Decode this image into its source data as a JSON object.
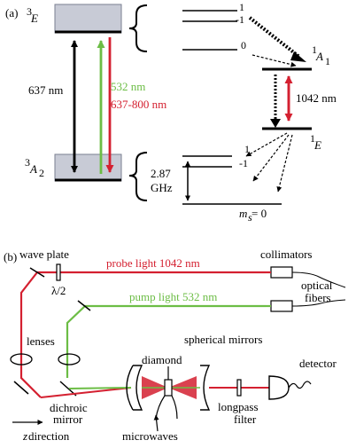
{
  "panel_a": {
    "label": "(a)",
    "state_3E": "E",
    "state_3E_sup": "3",
    "state_3A2": "A",
    "state_3A2_sup": "3",
    "state_3A2_sub": "2",
    "state_1A1": "A",
    "state_1A1_sup": "1",
    "state_1A1_sub": "1",
    "state_1E": "E",
    "state_1E_sup": "1",
    "zpl_label": "637 nm",
    "pump_label": "532 nm",
    "fluor_label": "637-800 nm",
    "ir_label": "1042 nm",
    "sublevel_upper_1": "1",
    "sublevel_upper_m1": "-1",
    "sublevel_upper_0": "0",
    "sublevel_lower_1": "1",
    "sublevel_lower_m1": "-1",
    "splitting_value": "2.87",
    "splitting_unit": "GHz",
    "ms_m": "m",
    "ms_sub": "s",
    "ms_eq": " = 0",
    "colors": {
      "green": "#6cbd45",
      "red": "#d42030",
      "box_fill": "#c8cbd6"
    }
  },
  "panel_b": {
    "label": "(b)",
    "wave_plate": "wave plate",
    "lambda_half": "λ/2",
    "probe_light": "probe light 1042 nm",
    "collimators": "collimators",
    "optical": "optical",
    "fibers": "fibers",
    "pump_light": "pump light  532 nm",
    "lenses": "lenses",
    "diamond": "diamond",
    "spherical_mirrors": "spherical mirrors",
    "detector": "detector",
    "dichroic": "dichroic",
    "mirror": "mirror",
    "longpass": "longpass",
    "filter": "filter",
    "z_letter": "z",
    "z_direction": " direction",
    "microwaves": "microwaves"
  }
}
